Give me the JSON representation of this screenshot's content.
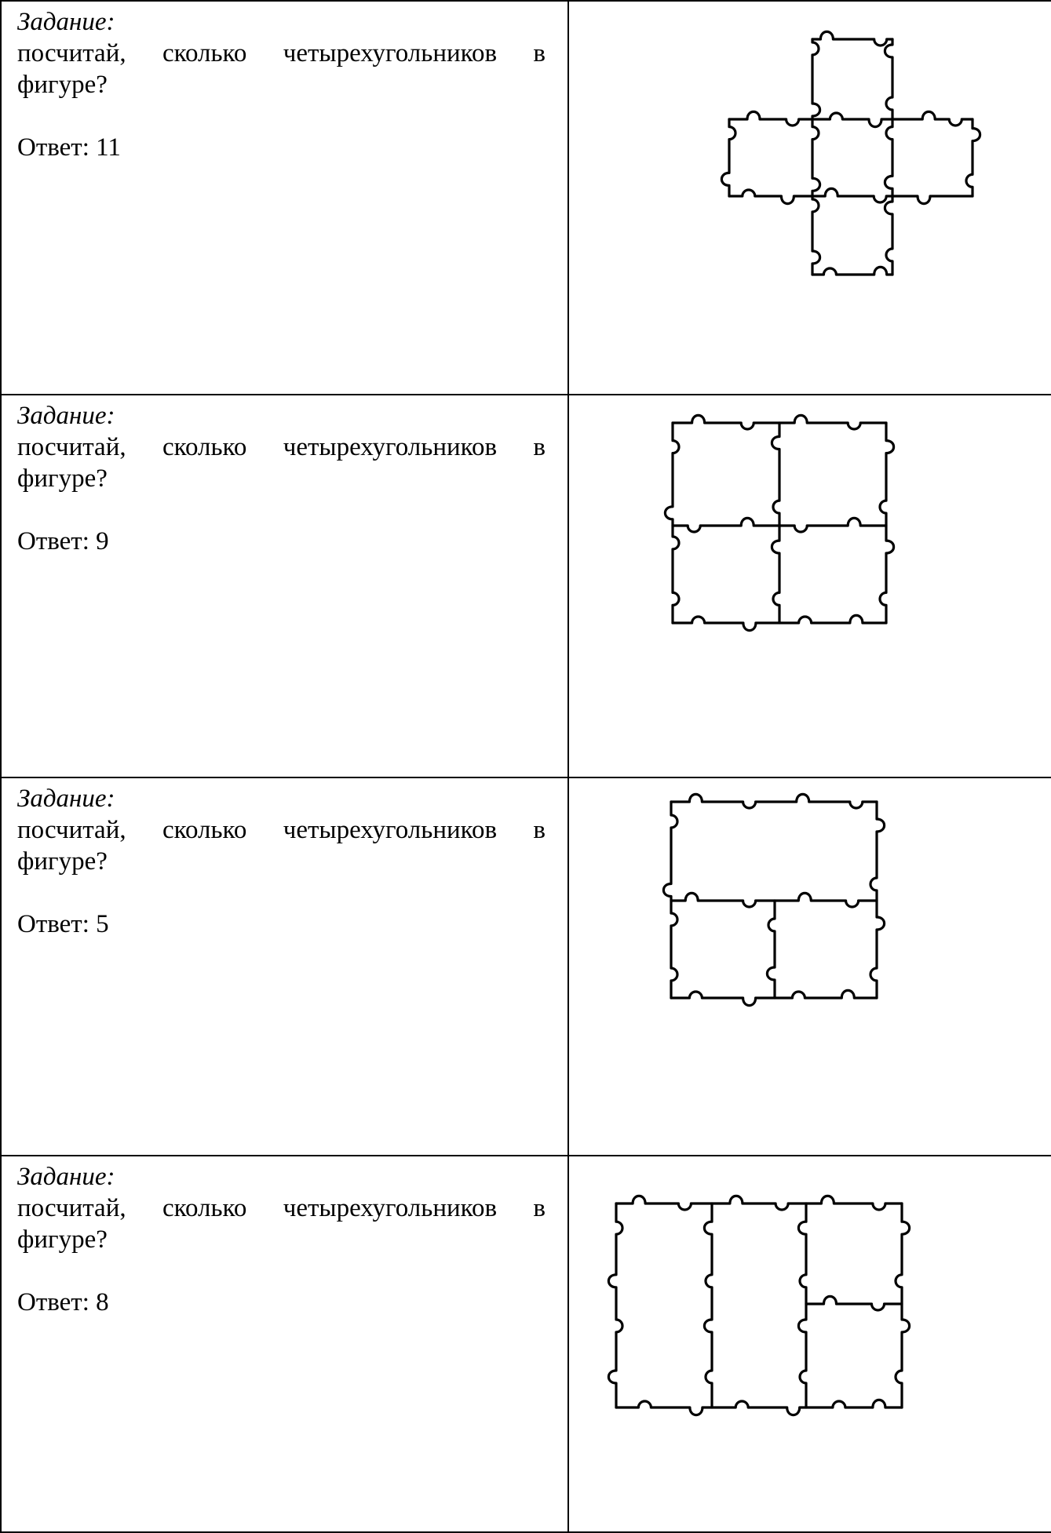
{
  "tasks": [
    {
      "label": "Задание:",
      "question": "посчитай, сколько четырехугольников в фигуре?",
      "answer_prefix": "Ответ:",
      "answer": "11",
      "figure": "cross-shaped-puzzle"
    },
    {
      "label": "Задание:",
      "question": "посчитай, сколько четырехугольников в фигуре?",
      "answer_prefix": "Ответ:",
      "answer": "9",
      "figure": "two-by-two-puzzle"
    },
    {
      "label": "Задание:",
      "question": "посчитай, сколько четырехугольников в фигуре?",
      "answer_prefix": "Ответ:",
      "answer": "5",
      "figure": "wide-top-two-bottom-puzzle"
    },
    {
      "label": "Задание:",
      "question": "посчитай, сколько четырехугольников в фигуре?",
      "answer_prefix": "Ответ:",
      "answer": "8",
      "figure": "three-columns-split-right-puzzle"
    }
  ]
}
